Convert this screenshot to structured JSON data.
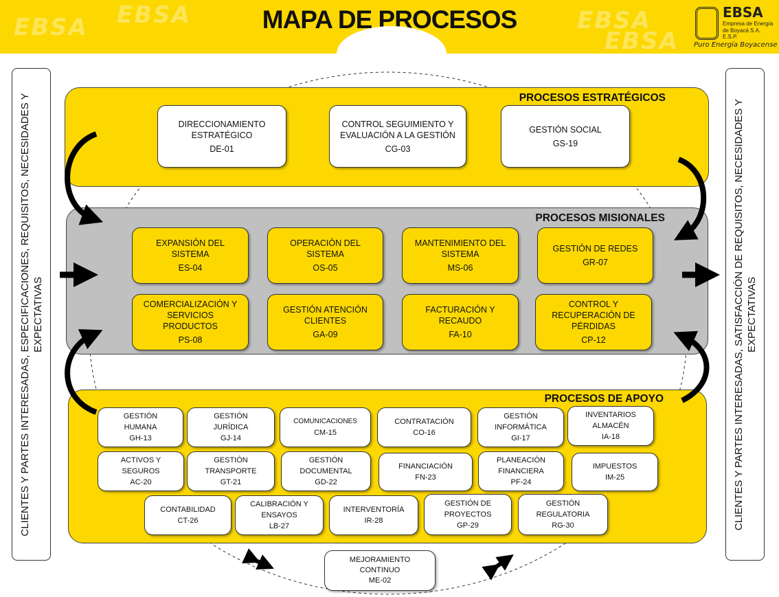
{
  "header": {
    "title": "MAPA DE PROCESOS",
    "watermark": "EBSA",
    "logo": {
      "name": "EBSA",
      "line1": "Empresa de Energía",
      "line2": "de Boyacá S.A. E.S.P.",
      "tagline": "Puro Energía Boyacense"
    }
  },
  "left_label": "CLIENTES Y PARTES INTERESADAS, ESPECIFICACIONES, REQUISITOS, NECESIDADES Y EXPECTATIVAS",
  "right_label": "CLIENTES Y PARTES INTERESADAS, SATISFACCIÓN DE REQUISITOS, NECESIDADES Y EXPECTATIVAS",
  "strategic": {
    "title": "PROCESOS ESTRATÉGICOS",
    "items": [
      {
        "name": "DIRECCIONAMIENTO ESTRATÉGICO",
        "code": "DE-01"
      },
      {
        "name": "CONTROL SEGUIMIENTO Y EVALUACIÓN A LA GESTIÓN",
        "code": "CG-03"
      },
      {
        "name": "GESTIÓN  SOCIAL",
        "code": "GS-19"
      }
    ]
  },
  "missional": {
    "title": "PROCESOS MISIONALES",
    "items": [
      {
        "name": "EXPANSIÓN DEL SISTEMA",
        "code": "ES-04"
      },
      {
        "name": "OPERACIÓN DEL SISTEMA",
        "code": "OS-05"
      },
      {
        "name": "MANTENIMIENTO DEL SISTEMA",
        "code": "MS-06"
      },
      {
        "name": "GESTIÓN DE REDES",
        "code": "GR-07"
      },
      {
        "name": "COMERCIALIZACIÓN Y SERVICIOS PRODUCTOS",
        "code": "PS-08"
      },
      {
        "name": "GESTIÓN ATENCIÓN CLIENTES",
        "code": "GA-09"
      },
      {
        "name": "FACTURACIÓN  Y RECAUDO",
        "code": "FA-10"
      },
      {
        "name": "CONTROL Y RECUPERACIÓN DE PÉRDIDAS",
        "code": "CP-12"
      }
    ]
  },
  "support": {
    "title": "PROCESOS DE APOYO",
    "items": [
      {
        "name": "GESTIÓN HUMANA",
        "code": "GH-13"
      },
      {
        "name": "GESTIÓN JURÍDICA",
        "code": "GJ-14"
      },
      {
        "name": "COMUNICACIONES",
        "code": "CM-15"
      },
      {
        "name": "CONTRATACIÓN",
        "code": "CO-16"
      },
      {
        "name": "GESTIÓN INFORMÁTICA",
        "code": "GI-17"
      },
      {
        "name": "INVENTARIOS ALMACÉN",
        "code": "IA-18"
      },
      {
        "name": "ACTIVOS Y SEGUROS",
        "code": "AC-20"
      },
      {
        "name": "GESTIÓN TRANSPORTE",
        "code": "GT-21"
      },
      {
        "name": "GESTIÓN DOCUMENTAL",
        "code": "GD-22"
      },
      {
        "name": "FINANCIACIÓN",
        "code": "FN-23"
      },
      {
        "name": "PLANEACIÓN FINANCIERA",
        "code": "PF-24"
      },
      {
        "name": "IMPUESTOS",
        "code": "IM-25"
      },
      {
        "name": "CONTABILIDAD",
        "code": "CT-26"
      },
      {
        "name": "CALIBRACIÓN Y ENSAYOS",
        "code": "LB-27"
      },
      {
        "name": "INTERVENTORÍA",
        "code": "IR-28"
      },
      {
        "name": "GESTIÓN DE PROYECTOS",
        "code": "GP-29"
      },
      {
        "name": "GESTIÓN REGULATORIA",
        "code": "RG-30"
      }
    ]
  },
  "improvement": {
    "name": "MEJORAMIENTO CONTINUO",
    "code": "ME-02"
  },
  "colors": {
    "yellow": "#fcd800",
    "gray": "#c0c0c0",
    "black": "#000000"
  }
}
